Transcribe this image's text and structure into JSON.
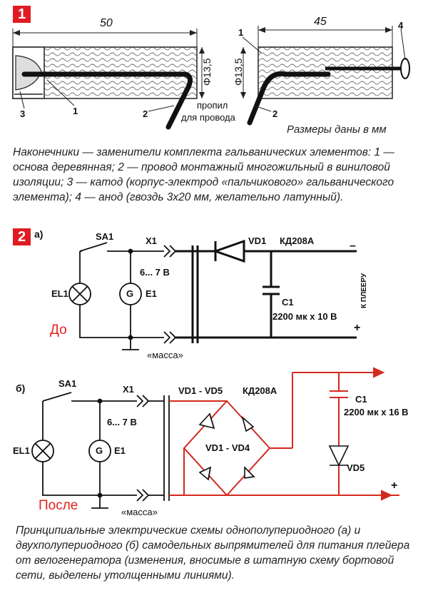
{
  "figure1": {
    "badge": "1",
    "dim_left": "50",
    "dim_right": "45",
    "dia_left": "Φ13,5",
    "dia_right": "Φ13,5",
    "num1": "1",
    "num2": "2",
    "num3": "3",
    "num4": "4",
    "cut_line1": "пропил",
    "cut_line2": "для провода",
    "units": "Размеры даны в мм",
    "caption": "Наконечники — заменители комплекта гальванических элементов: 1 — основа деревянная; 2 — провод монтажный многожильный в виниловой изоляции; 3 — катод (корпус-электрод «пальчикового» гальванического элемента); 4 — анод (гвоздь 3х20 мм, желательно латунный)."
  },
  "figure2": {
    "badge": "2",
    "a": {
      "label": "а)",
      "sa1": "SA1",
      "x1": "X1",
      "vd1": "VD1",
      "diode_type": "КД208А",
      "minus": "–",
      "voltage": "6... 7 В",
      "g": "G",
      "e1": "E1",
      "el1": "EL1",
      "c1": "C1",
      "c1_val": "2200 мк х 10 В",
      "to_player": "К ПЛЕЕРУ",
      "plus": "+",
      "ground": "«масса»",
      "tag": "До"
    },
    "b": {
      "label": "б)",
      "sa1": "SA1",
      "x1": "X1",
      "vd_range": "VD1 - VD5",
      "diode_type": "КД208А",
      "c1": "C1",
      "c1_val": "2200 мк х 16 В",
      "voltage": "6... 7 В",
      "g": "G",
      "e1": "E1",
      "el1": "EL1",
      "bridge": "VD1 - VD4",
      "vd5": "VD5",
      "plus": "+",
      "ground": "«масса»",
      "tag": "После"
    },
    "caption": "Принципиальные электрические схемы однополупериодного (а) и двухполупериодного (б) самодельных выпрямителей для питания плейера от велогенератора (изменения, вносимые в штатную схему бортовой сети, выделены утолщенными линиями)."
  },
  "colors": {
    "accent_red": "#e01b22",
    "ink": "#111111"
  }
}
